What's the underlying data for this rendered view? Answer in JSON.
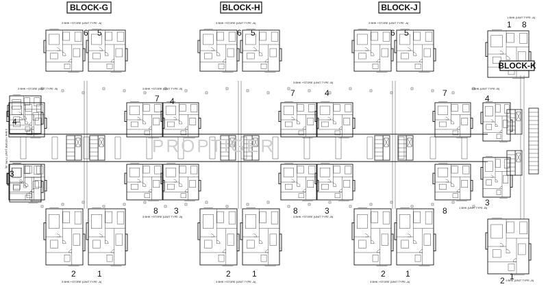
{
  "blocks": [
    {
      "label": "BLOCK-G"
    },
    {
      "label": "BLOCK-H"
    },
    {
      "label": "BLOCK-J"
    },
    {
      "label": "BLOCK-K"
    }
  ],
  "unit_tags": {
    "a": "3 BHK +STORE (UNIT TYPE -A)",
    "b": "3 BHK +STORE (UNIT TYPE -B)",
    "k1": "1 BHK (UNIT TYPE -B)",
    "k2": "1 BHK (UNIT TYPE -A)"
  },
  "unit_numbers": [
    "1",
    "2",
    "3",
    "4",
    "5",
    "6",
    "7",
    "8"
  ],
  "watermark": "PROPTIGER"
}
